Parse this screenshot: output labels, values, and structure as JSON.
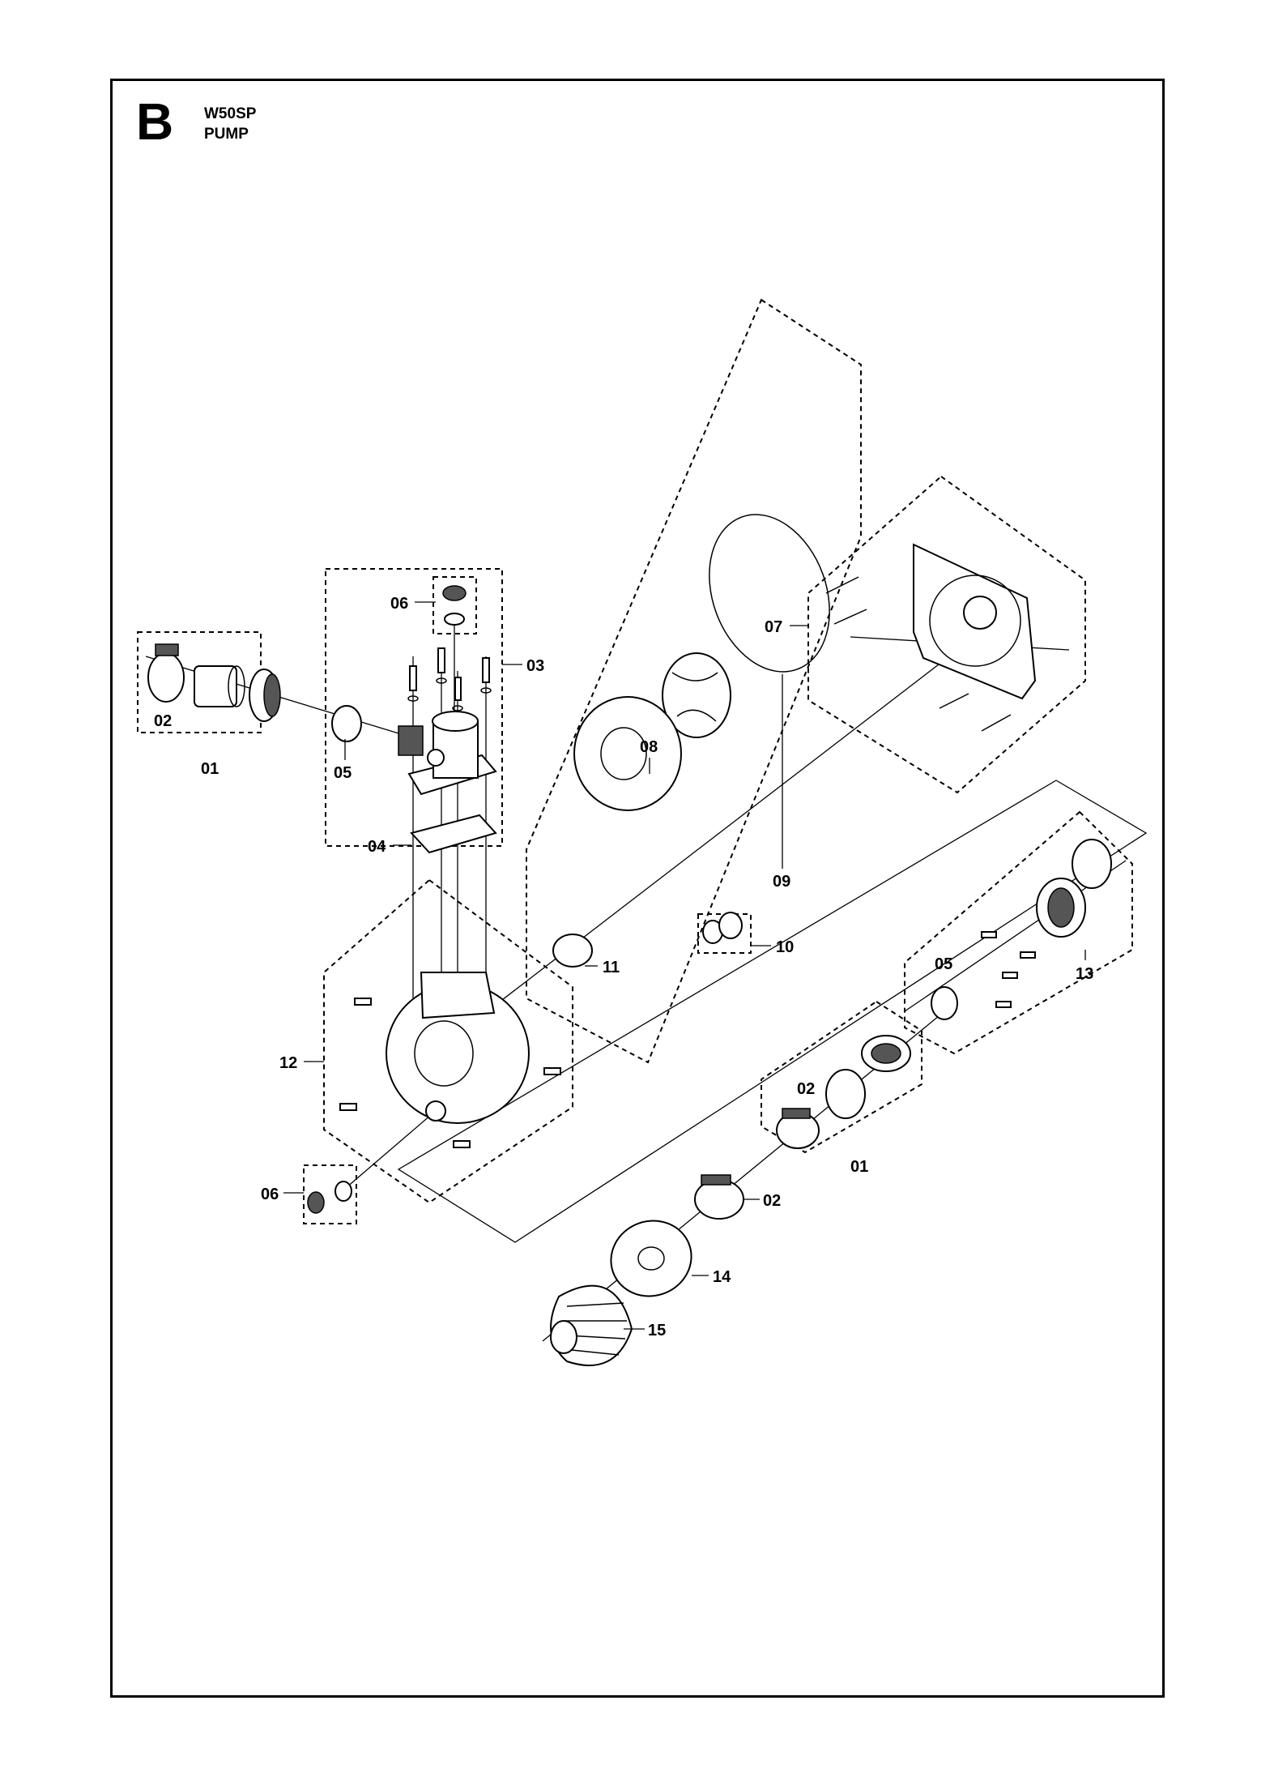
{
  "header": {
    "section_letter": "B",
    "model": "W50SP",
    "subtitle": "PUMP"
  },
  "callouts": {
    "c01_left": "01",
    "c02_left": "02",
    "c03": "03",
    "c04": "04",
    "c05_left": "05",
    "c06_top": "06",
    "c06_bottom": "06",
    "c07": "07",
    "c08": "08",
    "c09": "09",
    "c10": "10",
    "c11": "11",
    "c12": "12",
    "c13": "13",
    "c05_right": "05",
    "c02_right_upper": "02",
    "c01_right": "01",
    "c02_right_lower": "02",
    "c14": "14",
    "c15": "15"
  }
}
